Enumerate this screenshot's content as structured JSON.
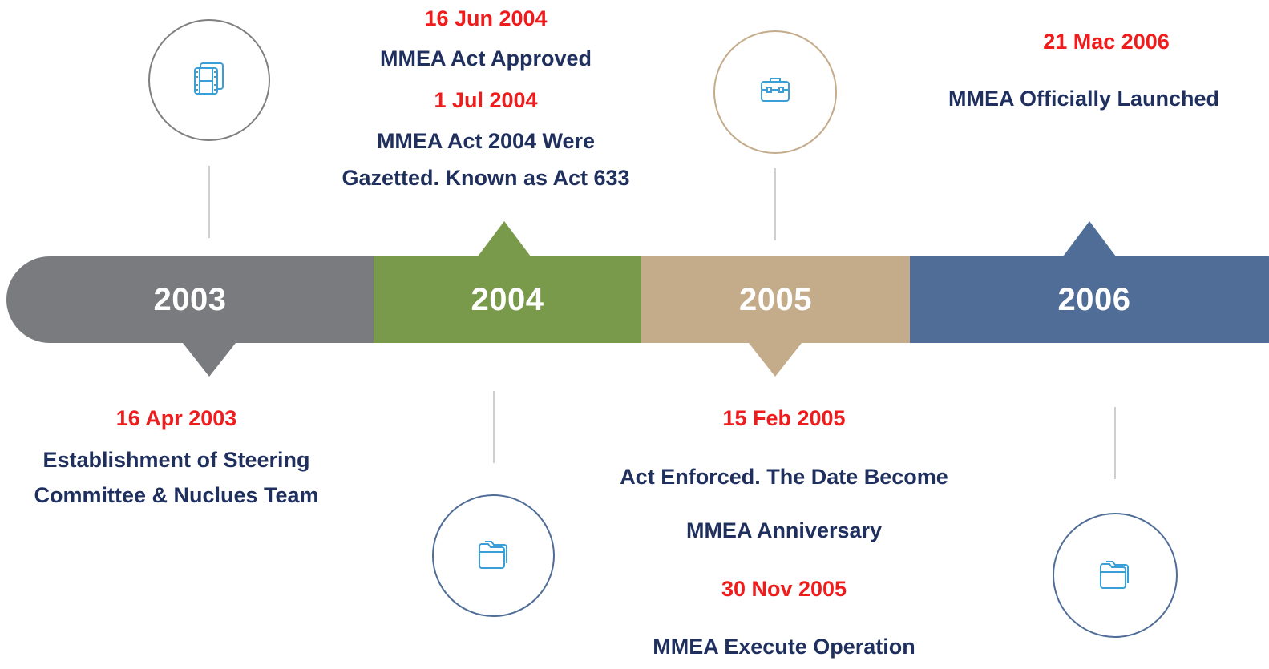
{
  "years": [
    {
      "label": "2003",
      "color": "#7a7b7e"
    },
    {
      "label": "2004",
      "color": "#7a9a4b"
    },
    {
      "label": "2005",
      "color": "#c4ab8a"
    },
    {
      "label": "2006",
      "color": "#4f6d96"
    }
  ],
  "events": {
    "e2003": {
      "date": "16 Apr 2003",
      "line1": "Establishment of Steering",
      "line2": "Committee & Nuclues Team"
    },
    "e2004a": {
      "date": "16 Jun 2004",
      "desc": "MMEA Act Approved"
    },
    "e2004b": {
      "date": "1 Jul 2004",
      "line1": "MMEA Act 2004 Were",
      "line2": "Gazetted. Known as Act 633"
    },
    "e2005a": {
      "date": "15 Feb 2005",
      "line1": "Act Enforced. The Date Become",
      "line2": "MMEA Anniversary"
    },
    "e2005b": {
      "date": "30 Nov 2005",
      "desc": "MMEA Execute Operation"
    },
    "e2006": {
      "date": "21 Mac 2006",
      "desc": "MMEA Officially Launched"
    }
  },
  "icons": {
    "c2003": "film-icon",
    "c2004": "folder-icon",
    "c2005": "briefcase-icon",
    "c2006": "folder-icon"
  },
  "colors": {
    "date": "#ee1c1c",
    "description": "#1f2f5e",
    "icon": "#3a9fd6"
  }
}
